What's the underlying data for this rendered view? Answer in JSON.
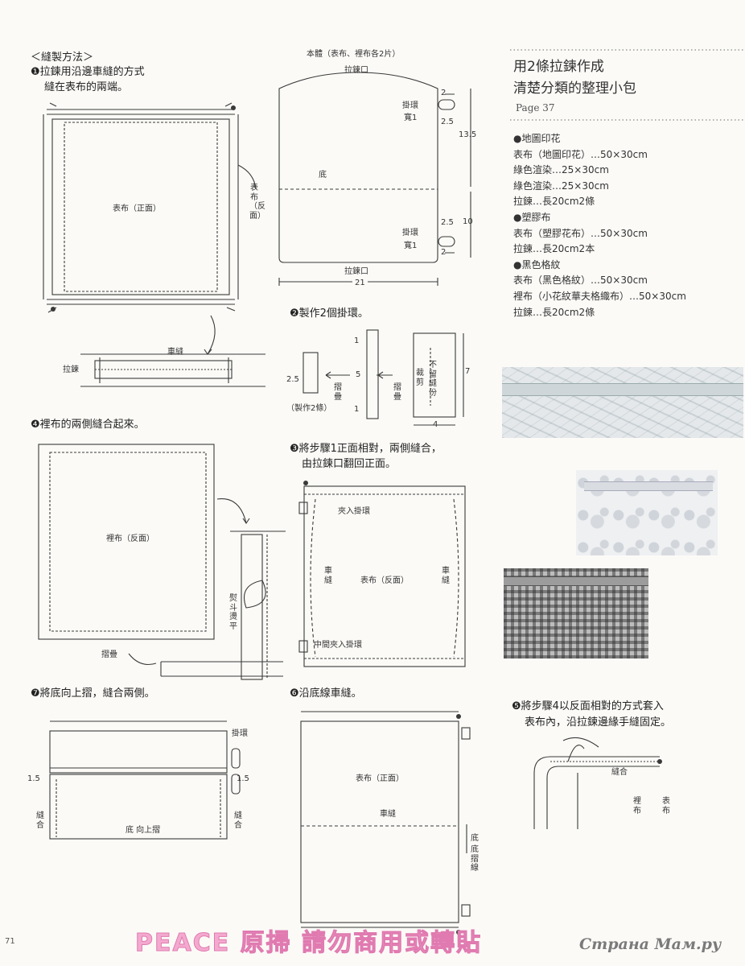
{
  "steps": {
    "heading": "＜縫製方法＞",
    "s1_line1": "❶拉鍊用沿邊車縫的方式",
    "s1_line2": "縫在表布的兩端。",
    "s2": "❷製作2個掛環。",
    "s3_line1": "❸將步驟1正面相對，兩側縫合，",
    "s3_line2": "由拉鍊口翻回正面。",
    "s4": "❹裡布的兩側縫合起來。",
    "s5_line1": "❺將步驟4以反面相對的方式套入",
    "s5_line2": "表布內，沿拉鍊邊緣手縫固定。",
    "s6": "❻沿底線車縫。",
    "s7": "❼將底向上摺，縫合兩側。"
  },
  "labels": {
    "body_title": "本體（表布、裡布各2片）",
    "zipper_opening": "拉鍊口",
    "loop": "掛環",
    "width1": "寬1",
    "bottom": "底",
    "outer_front": "表布（正面）",
    "outer_back_v": "表布（反面）",
    "zipper": "拉鍊",
    "seam": "車縫",
    "lining_back": "裡布（反面）",
    "fold": "摺疊",
    "iron_flat": "熨斗燙平",
    "make_two": "（製作2條）",
    "cut": "裁剪",
    "no_seam_allowance": "不留縫份",
    "insert_loop": "夾入掛環",
    "insert_loop_middle": "中間夾入掛環",
    "outer_back": "表布（反面）",
    "stitch": "縫合",
    "lining": "裡布",
    "outer": "表布",
    "bottom_fold_line": "底摺線",
    "bottom_fold_up": "底 向上摺"
  },
  "dims": {
    "d2": "2",
    "d2_5": "2.5",
    "d13_5": "13.5",
    "d10": "10",
    "d21": "21",
    "d1": "1",
    "d5": "5",
    "d7": "7",
    "d4": "4",
    "d1_5": "1.5"
  },
  "right_panel": {
    "title_line1": "用2條拉鍊作成",
    "title_line2": "清楚分類的整理小包",
    "page": "Page 37",
    "materials": [
      "●地圖印花",
      "表布（地圖印花）…50×30cm",
      "綠色渲染…25×30cm",
      "綠色渲染…25×30cm",
      "拉鍊…長20cm2條",
      "●塑膠布",
      "表布（塑膠花布）…50×30cm",
      "拉鍊…長20cm2本",
      "●黑色格紋",
      "表布（黑色格紋）…50×30cm",
      "裡布（小花紋華夫格織布）…50×30cm",
      "拉鍊…長20cm2條"
    ]
  },
  "footer": {
    "watermark": "PEACE  原掃    請勿商用或轉貼",
    "site": "Страна Мам.ру",
    "page_number": "71"
  },
  "colors": {
    "line": "#3a3a3a",
    "watermark_pink": "#f4a9cf"
  }
}
